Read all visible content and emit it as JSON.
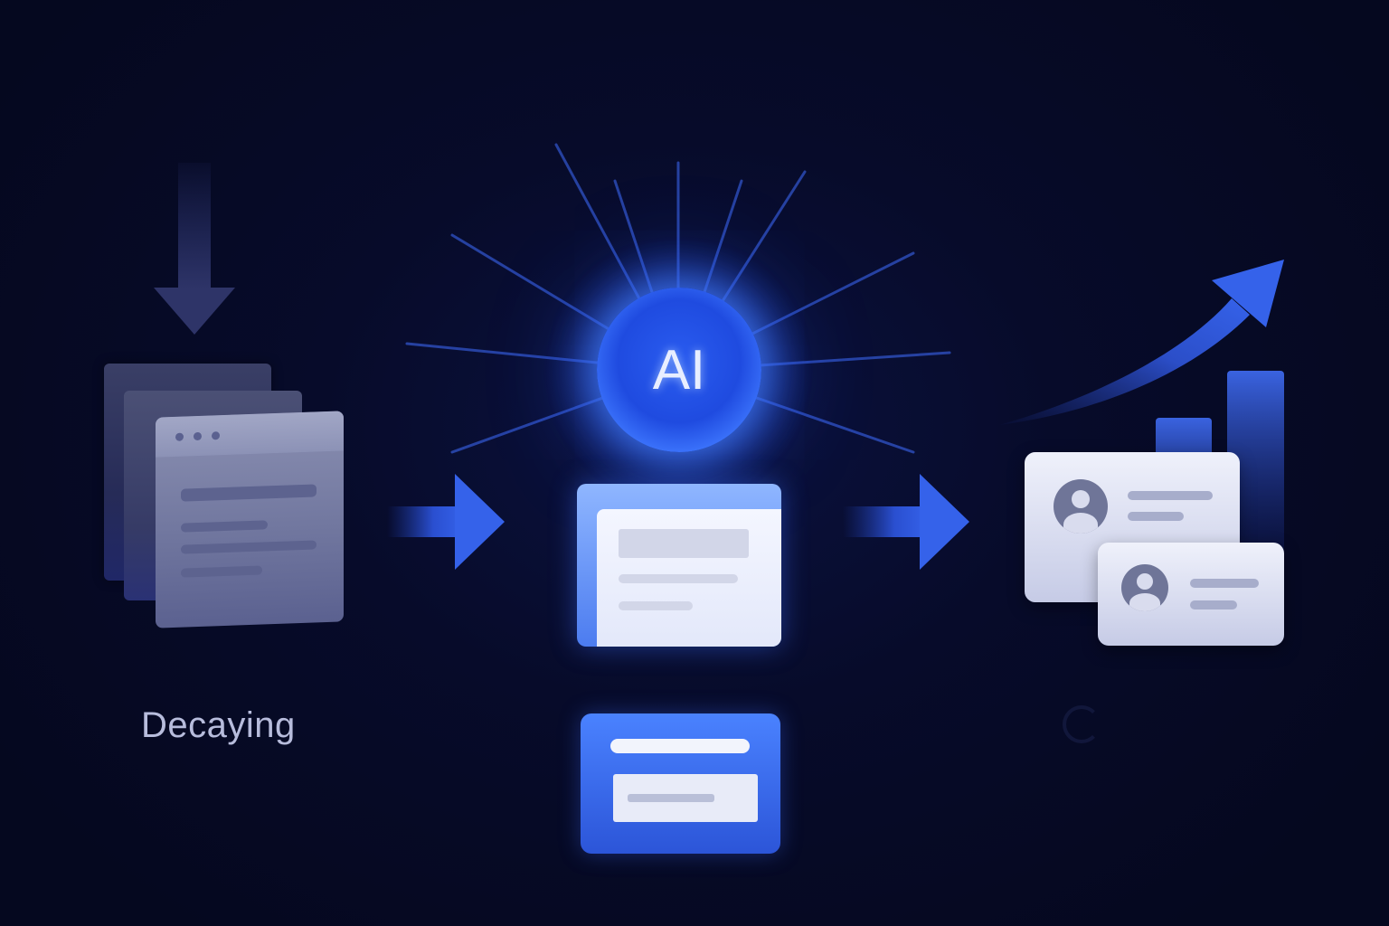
{
  "stages": {
    "left": {
      "label": "Decaying",
      "state": "decaying content"
    },
    "center": {
      "badge_text": "AI"
    },
    "right": {
      "state": "growth"
    }
  },
  "colors": {
    "background": "#05081f",
    "accent_blue": "#2f5fe8",
    "glow_blue": "#4678ff",
    "decay_gray": "#71779f",
    "card_light": "#eff1fb",
    "label_text": "#b7bcdc"
  },
  "icons": [
    "down-arrow-icon",
    "right-arrow-icon",
    "trend-up-arrow-icon",
    "bar-chart-icon",
    "user-avatar-icon"
  ]
}
